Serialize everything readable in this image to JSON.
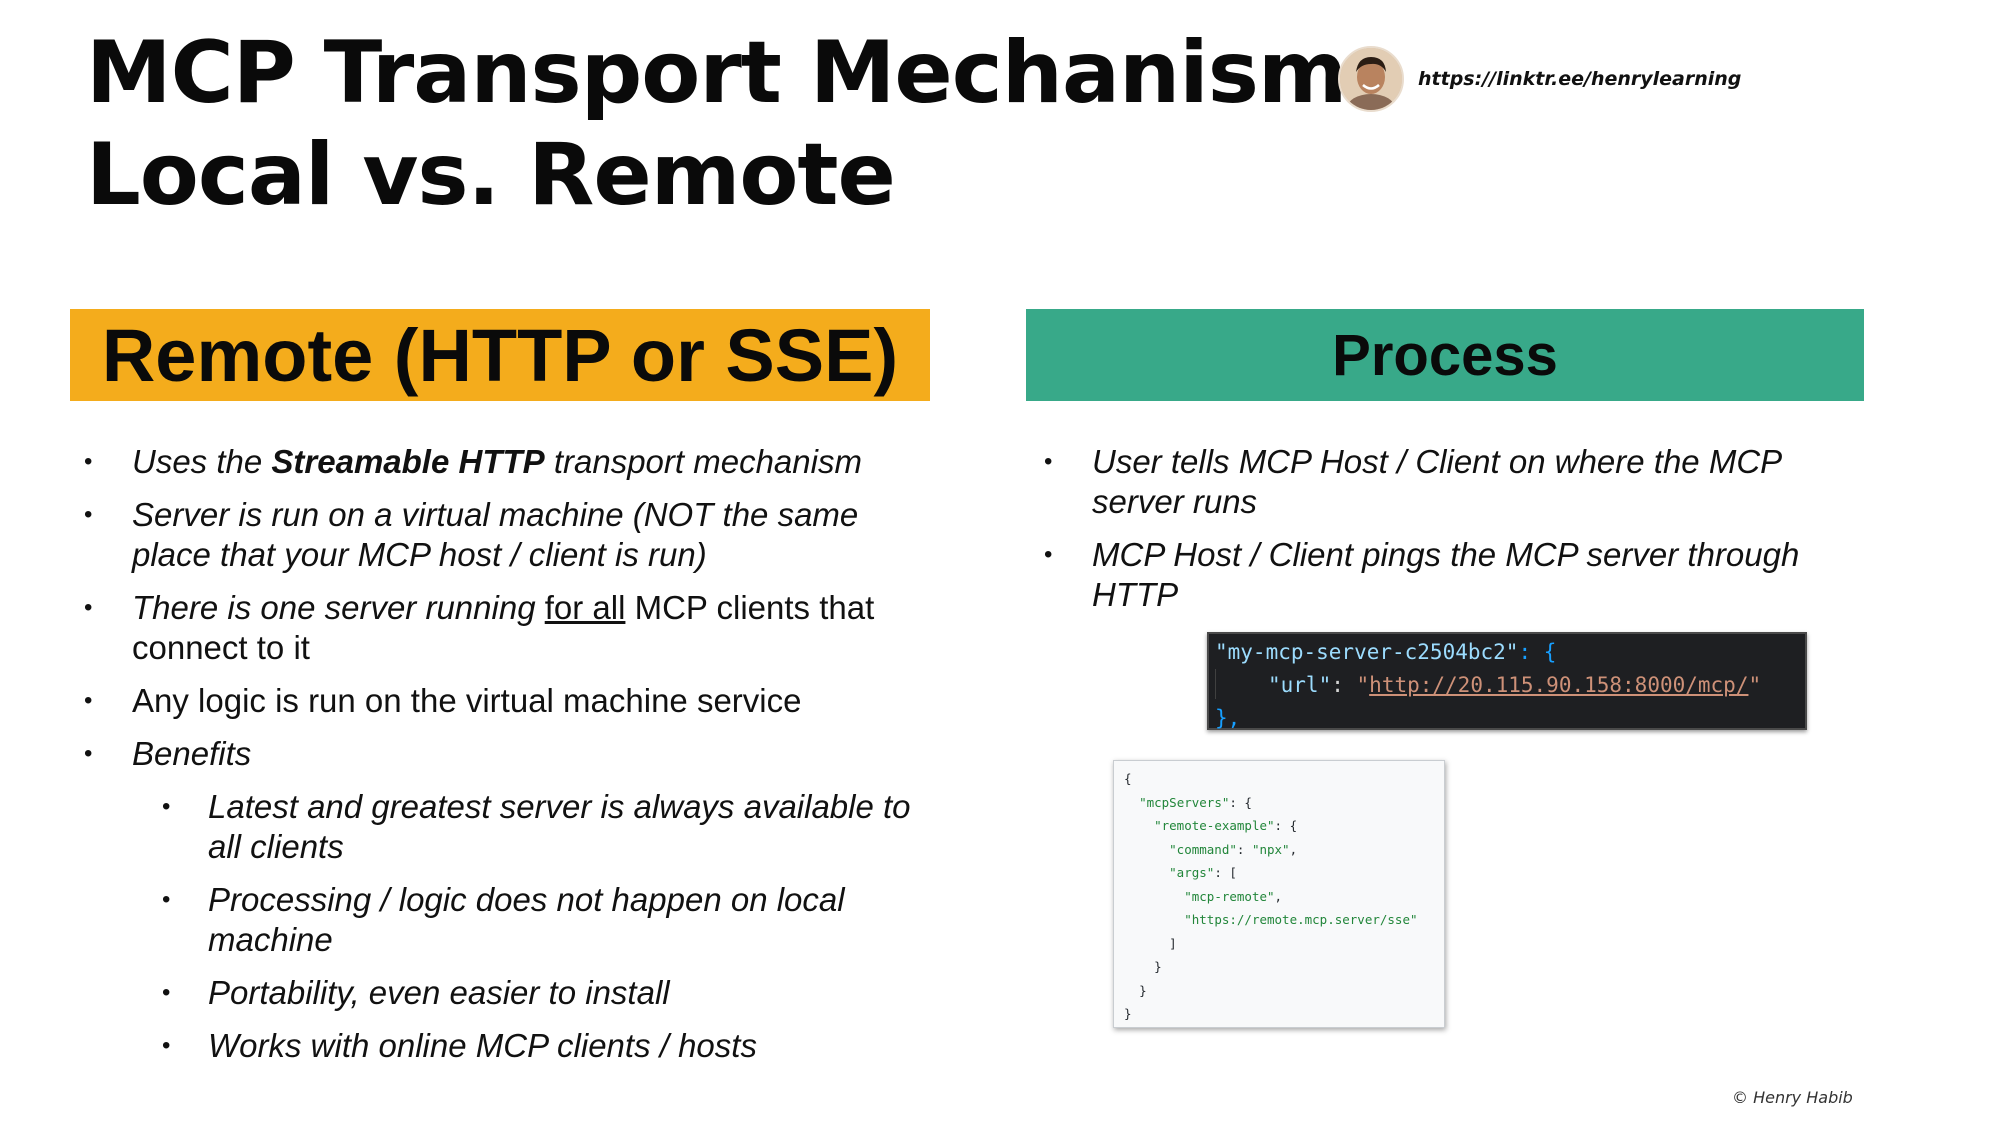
{
  "header": {
    "title_line1": "MCP Transport Mechanisms",
    "title_line2": "Local vs. Remote",
    "author_link": "https://linktr.ee/henrylearning"
  },
  "left": {
    "banner": "Remote (HTTP or SSE)",
    "bullet1": {
      "pre": "Uses the ",
      "bold": "Streamable HTTP",
      "post": " transport mechanism"
    },
    "bullet2": "Server is run on a virtual machine (NOT the same place that your MCP host / client is run)",
    "bullet3": {
      "pre": "There is one server running ",
      "underlined": "for all",
      "post": " MCP clients that connect to it"
    },
    "bullet4": "Any logic is run on the virtual machine service",
    "bullet5": "Benefits",
    "benefits": [
      "Latest and greatest server is always available to all clients",
      "Processing / logic does not happen on local machine",
      "Portability, even easier to install",
      "Works with online MCP clients / hosts"
    ]
  },
  "right": {
    "banner": "Process",
    "bullets": [
      "User tells MCP Host / Client on where the MCP server runs",
      "MCP Host / Client pings the MCP server through HTTP"
    ]
  },
  "code_dark": {
    "server_key": "\"my-mcp-server-c2504bc2\"",
    "colon_open": ": {",
    "url_key": "\"url\"",
    "colon": ": ",
    "quote": "\"",
    "url_value": "http://20.115.90.158:8000/mcp/",
    "close": "},"
  },
  "code_light": {
    "l1": "{",
    "l2_key": "\"mcpServers\"",
    "l3_key": "\"remote-example\"",
    "l4_key": "\"command\"",
    "l4_val": "\"npx\"",
    "l5_key": "\"args\"",
    "l6_val": "\"mcp-remote\"",
    "l7_val": "\"https://remote.mcp.server/sse\"",
    "l8": "]",
    "l9": "}",
    "l10": "}",
    "l11": "}",
    "open_brace": ": {",
    "open_bracket": ": [",
    "colon": ": ",
    "comma": ","
  },
  "footer": {
    "credit": "© Henry Habib"
  },
  "colors": {
    "remote_banner": "#f4ac1c",
    "process_banner": "#38a989"
  }
}
